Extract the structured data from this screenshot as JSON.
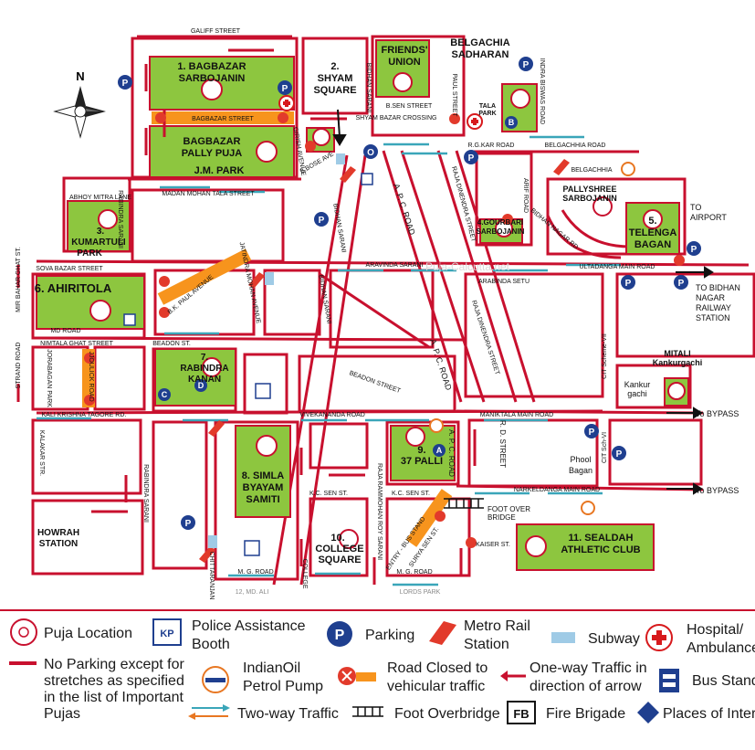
{
  "colors": {
    "road": "#c8102e",
    "block_fill": "#ffffff",
    "puja_area": "#8dc63f",
    "road_closed": "#f7941d",
    "two_way": "#3aa6b9",
    "one_way": "#c8102e",
    "parking": "#1f3f8f",
    "hospital": "#d7191c",
    "metro": "#e8232b",
    "subway": "#9fcbe6"
  },
  "streets": {
    "galiff": "GALIFF STREET",
    "bagbazar": "BAGBAZAR STREET",
    "madan_mohan": "MADAN MOHAN TALA STREET",
    "abhoy_mitra": "ABHOY MITRA LANE",
    "sova_bazar": "SOVA BAZAR STREET",
    "nimtala_ghat": "NIMTALA GHAT STREET",
    "beadon_st": "BEADON ST.",
    "beadon_street": "BEADON STREET",
    "kali_krishna": "KALI KRISHNA TAGORE RD.",
    "vivekananda": "VIVEKANANDA ROAD",
    "kc_sen_1": "K.C. SEN ST.",
    "kc_sen_2": "K.C. SEN ST.",
    "mg_road_1": "M. G. ROAD",
    "mg_road_2": "M. G. ROAD",
    "bidhan_sarani_1": "BIDHAN SARANI",
    "bidhan_sarani_2": "BIDHAN SARANI",
    "bidhan_sarani_3": "BIDHAN SARANI",
    "bidhan_sarani_4": "BIDHAN SARANI",
    "apc_1": "A. P. C. ROAD",
    "apc_2": "A. P. C. ROAD",
    "apc_3": "A. P. C. ROAD",
    "raja_dinendra_1": "RAJA DINENDRA STREET",
    "raja_dinendra_2": "RAJA DINENDRA STREET",
    "raja_rammohan": "RAJA RAMMOHAN ROY SARANI",
    "rabindra_1": "RABINDRA SARANI",
    "rabindra_2": "RABINDRA SARANI",
    "jatindra": "JATINDRA MOHAN AVENUE",
    "strand": "STRAND ROAD",
    "mir_bahar": "MIR BAHAR GHAT ST.",
    "md_road": "MD ROAD",
    "kalakar": "KALAKAR STR.",
    "jorabagan": "JORABAGAN PARK",
    "jjoulick": "JJOULICK ROAD",
    "bk_paul": "B.K. PAUL AVENUE",
    "girish": "GIRISH AVENUE",
    "b_bose": "B.BOSE AVE",
    "paul_street": "PAUL STREET",
    "b_sen": "B.SEN STREET",
    "rg_kar": "R.G.KAR ROAD",
    "belgachia_road": "BELGACHHIA ROAD",
    "belgachhia": "BELGACHHIA",
    "khudiram": "KHUDIRAM BOSE SARANI",
    "indra_biswas": "INDRA BISWAS ROAD",
    "arif_road": "ARIF ROAD",
    "bidhan_nagar_rd": "BIDHAN NAGAR RD",
    "ultadanga": "ULTADANGA MAIN ROAD",
    "arabinda_setu": "ARABINDA SETU",
    "aravinda_sarani": "ARAVINDA SARANI",
    "manikatala": "MANIKTALA MAIN ROAD",
    "narkeldanga": "NARKELDANGA MAIN ROAD",
    "rd_street": "R. D. STREET",
    "cit_7": "CIT Scheme-VII",
    "cit_6": "CIT Sch-VI",
    "kaiser": "KAISER ST.",
    "chittaranjan": "CHITTARANJAN",
    "college": "COLLEGE",
    "entry_bus": "ENTRY - BUS STAND",
    "surya_sen": "SURYA SEN ST.",
    "md_ali": "12, MD. ALI",
    "lord_park": "LORDS PARK",
    "shyambazar_crossing": "SHYAM BAZAR CROSSING"
  },
  "pujas": {
    "p1": [
      "1. BAGBAZAR",
      "SARBOJANIN"
    ],
    "p1b": [
      "BAGBAZAR",
      "PALLY PUJA"
    ],
    "jm_park": "J.M. PARK",
    "p2": [
      "2.",
      "SHYAM",
      "SQUARE"
    ],
    "friends": [
      "FRIENDS'",
      "UNION"
    ],
    "belgachia": [
      "BELGACHIA",
      "SADHARAN"
    ],
    "tala_park": [
      "TALA",
      "PARK"
    ],
    "p3": [
      "3.",
      "KUMARTULI",
      "PARK"
    ],
    "p4": [
      "4.GOURBARI",
      "SARBOJANIN"
    ],
    "pallyshree": [
      "PALLYSHREE",
      "SARBOJANIN"
    ],
    "p5": [
      "5.",
      "TELENGA",
      "BAGAN"
    ],
    "p6": "6. AHIRITOLA",
    "p7": [
      "7.",
      "RABINDRA",
      "KANAN"
    ],
    "p8": [
      "8. SIMLA",
      "BYAYAM",
      "SAMITI"
    ],
    "p9": [
      "9.",
      "37 PALLI"
    ],
    "p10": [
      "10.",
      "COLLEGE",
      "SQUARE"
    ],
    "p11": [
      "11. SEALDAH",
      "ATHLETIC CLUB"
    ],
    "mitali": [
      "MITALI",
      "Kankurgachi"
    ],
    "kankurgachi": [
      "Kankur",
      "gachi"
    ],
    "phool_bagan": [
      "Phool",
      "Bagan"
    ],
    "howrah": [
      "HOWRAH",
      "STATION"
    ]
  },
  "destinations": {
    "airport": [
      "TO",
      "AIRPORT"
    ],
    "bidhan_nagar": [
      "TO BIDHAN",
      "NAGAR",
      "RAILWAY",
      "STATION"
    ],
    "bypass_1": "To BYPASS",
    "bypass_2": "To BYPASS",
    "foot_over": [
      "FOOT OVER",
      "BRIDGE"
    ]
  },
  "compass": "N",
  "watermark": "Puja-Calcutta.net",
  "markers": {
    "circle_a": "A",
    "circle_b": "B",
    "circle_c": "C",
    "circle_d": "D",
    "parking": "P",
    "metro_o": "O"
  },
  "legend": {
    "puja_location": "Puja Location",
    "police": [
      "Police Assistance",
      "Booth"
    ],
    "parking": "Parking",
    "metro": [
      "Metro Rail",
      "Station"
    ],
    "subway": "Subway",
    "hospital": [
      "Hospital/",
      "Ambulance"
    ],
    "no_parking": [
      "No Parking except for",
      "stretches as specified",
      "in the list of Important",
      "Pujas"
    ],
    "indianoil": [
      "IndianOil",
      "Petrol Pump"
    ],
    "road_closed": [
      "Road Closed to",
      "vehicular traffic"
    ],
    "one_way": [
      "One-way Traffic in",
      "direction of arrow"
    ],
    "bus_stand": "Bus Stand",
    "two_way": "Two-way Traffic",
    "foot_overbridge": "Foot Overbridge",
    "fire_brigade": "Fire Brigade",
    "places": "Places of Interest",
    "fb_badge": "FB",
    "police_badge": "KP",
    "parking_badge": "P"
  }
}
